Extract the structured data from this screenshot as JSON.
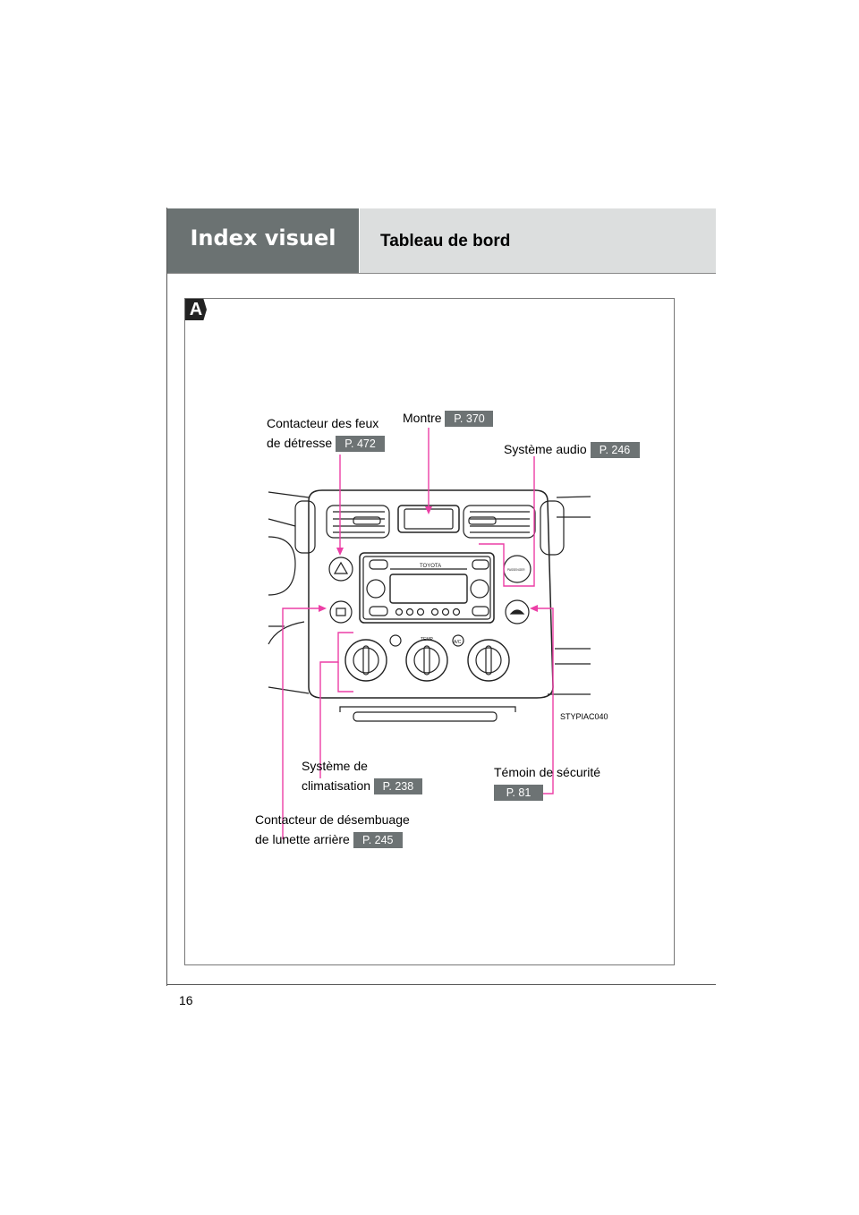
{
  "header": {
    "section_title": "Index visuel",
    "page_title": "Tableau de bord"
  },
  "figure": {
    "marker": "A",
    "code": "STYPIAC040",
    "radio_brand": "TOYOTA",
    "hvac_temp_label": "TEMP",
    "ac_label": "A/C",
    "passenger_label": "PASSENGER",
    "callout_color": "#ec3fa6"
  },
  "callouts": {
    "hazard": {
      "line1": "Contacteur des feux",
      "line2": "de détresse",
      "ref": "P. 472"
    },
    "clock": {
      "text": "Montre",
      "ref": "P. 370"
    },
    "audio": {
      "text": "Système audio",
      "ref": "P. 246"
    },
    "climate": {
      "line1": "Système de",
      "line2": "climatisation",
      "ref": "P. 238"
    },
    "security": {
      "text": "Témoin de sécurité",
      "ref": "P. 81"
    },
    "defogger": {
      "line1": "Contacteur de désembuage",
      "line2": "de lunette arrière",
      "ref": "P. 245"
    }
  },
  "footer": {
    "page_number": "16"
  }
}
